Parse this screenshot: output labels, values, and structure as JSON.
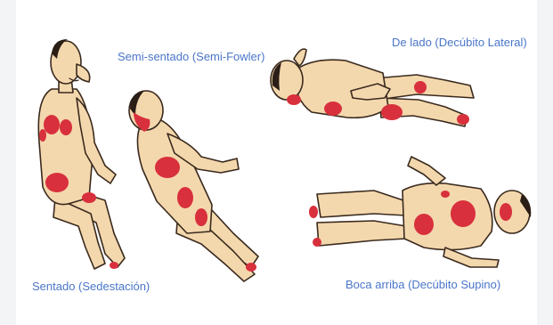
{
  "labels": {
    "sitting": "Sentado (Sedestación)",
    "semi_sitting": "Semi-sentado (Semi-Fowler)",
    "lateral": "De lado (Decúbito Lateral)",
    "supine": "Boca arriba (Decúbito Supino)"
  },
  "colors": {
    "skin": "#f4d8ad",
    "outline": "#3a2a1e",
    "pressure": "#d8303d",
    "label": "#4a76c9"
  }
}
